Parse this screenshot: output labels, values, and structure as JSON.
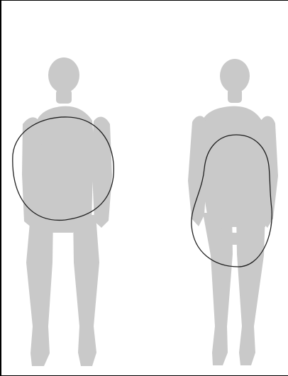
{
  "diagram": {
    "figures": [
      {
        "name": "apple-body-shape-silhouette",
        "outline_shape": "apple"
      },
      {
        "name": "pear-body-shape-silhouette",
        "outline_shape": "pear"
      }
    ],
    "colors": {
      "background": "#ffffff",
      "frame": "#000000",
      "silhouette": "#c9c9c9",
      "outline": "#1f1f1f"
    }
  }
}
